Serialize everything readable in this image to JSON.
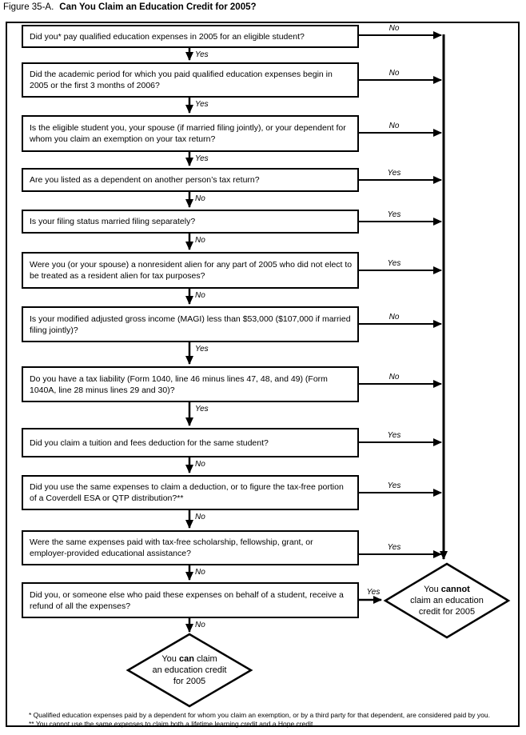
{
  "title": {
    "prefix": "Figure 35-A.",
    "main": "Can You Claim an Education Credit for 2005?"
  },
  "questions": [
    {
      "text": "Did you* pay qualified education expenses in 2005 for an eligible student?",
      "side_label": "No",
      "down_label": "Yes"
    },
    {
      "text": "Did the academic period for which you paid qualified education expenses begin in 2005 or the first 3 months of 2006?",
      "side_label": "No",
      "down_label": "Yes"
    },
    {
      "text": "Is the eligible student you, your spouse (if married filing jointly), or your dependent for whom you claim an exemption on your tax return?",
      "side_label": "No",
      "down_label": "Yes"
    },
    {
      "text": "Are you listed as a dependent on another person’s tax return?",
      "side_label": "Yes",
      "down_label": "No"
    },
    {
      "text": "Is your filing status married filing separately?",
      "side_label": "Yes",
      "down_label": "No"
    },
    {
      "text": "Were you (or your spouse) a nonresident alien for any part of 2005 who did not elect to be treated as a resident alien for tax purposes?",
      "side_label": "Yes",
      "down_label": "No"
    },
    {
      "text": "Is your modified adjusted gross income (MAGI) less than $53,000 ($107,000 if married filing jointly)?",
      "side_label": "No",
      "down_label": "Yes"
    },
    {
      "text": "Do you have a tax liability (Form 1040, line 46 minus lines 47, 48, and 49) (Form 1040A, line 28 minus lines 29 and 30)?",
      "side_label": "No",
      "down_label": "Yes"
    },
    {
      "text": "Did you claim a tuition and fees deduction for the same student?",
      "side_label": "Yes",
      "down_label": "No"
    },
    {
      "text": "Did you use the same expenses to claim a deduction, or to figure the tax-free portion of a Coverdell ESA or QTP distribution?**",
      "side_label": "Yes",
      "down_label": "No"
    },
    {
      "text": "Were the same expenses paid with tax-free scholarship, fellowship, grant, or employer-provided educational assistance?",
      "side_label": "Yes",
      "down_label": "No"
    },
    {
      "text": "Did you, or someone else who paid these expenses on behalf of a student, receive a refund of all the expenses?",
      "side_label": "Yes",
      "down_label": "No"
    }
  ],
  "results": {
    "cannot": {
      "pre": "You ",
      "bold": "cannot",
      "post": "",
      "line2": "claim an education",
      "line3": "credit for 2005"
    },
    "can": {
      "pre": "You ",
      "bold": "can",
      "post": " claim",
      "line2": "an education credit",
      "line3": "for 2005"
    }
  },
  "footnotes": [
    "* Qualified education expenses paid by a dependent for whom you claim an exemption, or by a third party for that dependent, are considered paid by you.",
    "** You cannot use the same expenses to claim both a lifetime learning credit and a Hope credit."
  ],
  "colors": {
    "line": "#000000",
    "background": "#ffffff"
  }
}
